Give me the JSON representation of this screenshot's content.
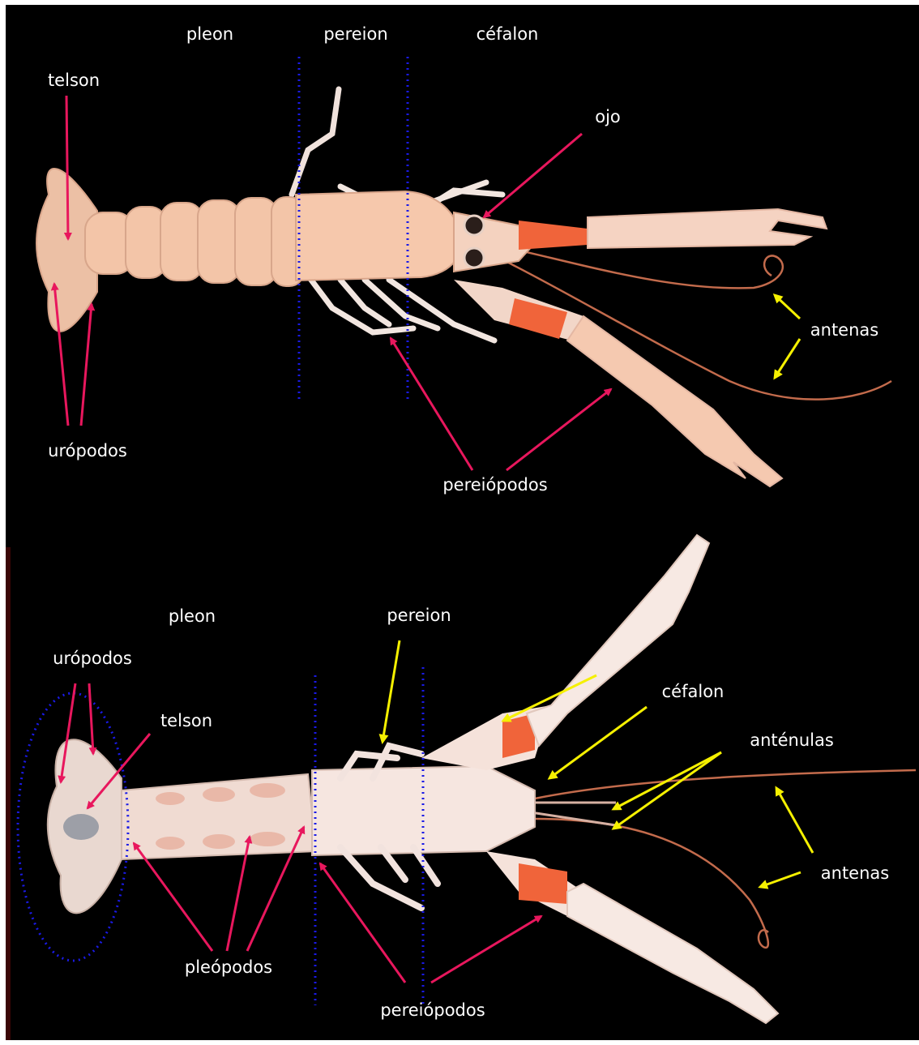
{
  "colors": {
    "background": "#000000",
    "body_shell": "#f3c5a8",
    "claw": "#f5ddd0",
    "claw_orange": "#f0643a",
    "antenna": "#c36b4c",
    "pointer_pink": "#e8175d",
    "pointer_yellow": "#f5f000",
    "divider_blue": "#1a1ae6",
    "label_text": "#ffffff"
  },
  "dorsal_view": {
    "labels": {
      "pleon": "pleon",
      "pereion": "pereion",
      "cefalon": "céfalon",
      "telson": "telson",
      "ojo": "ojo",
      "antenas": "antenas",
      "uropodos": "urópodos",
      "pereiopodos": "pereiópodos"
    }
  },
  "ventral_view": {
    "labels": {
      "pleon": "pleon",
      "pereion": "pereion",
      "cefalon": "céfalon",
      "uropodos": "urópodos",
      "telson": "telson",
      "antenulas": "anténulas",
      "antenas": "antenas",
      "pleopodos": "pleópodos",
      "pereiopodos": "pereiópodos"
    }
  }
}
